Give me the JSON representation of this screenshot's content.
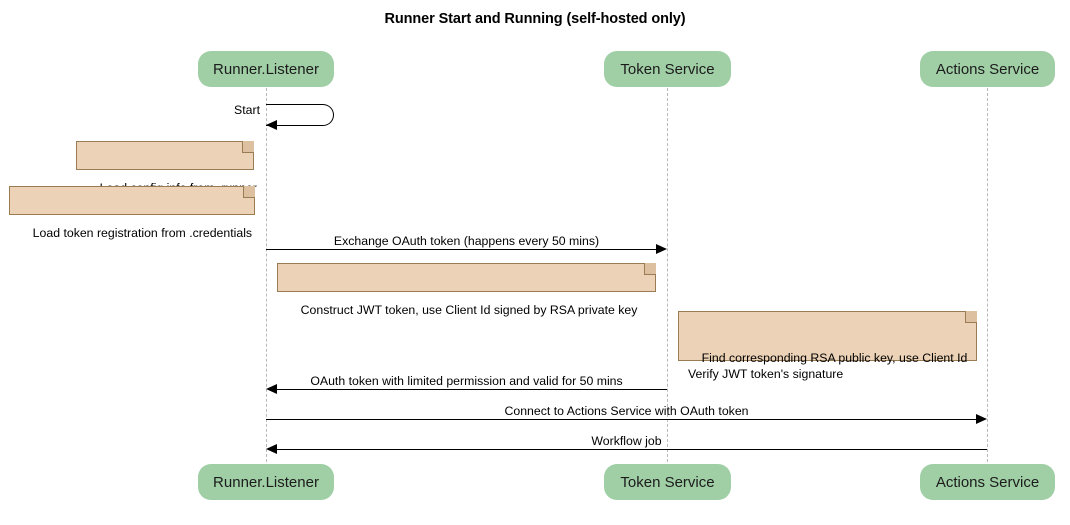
{
  "diagram": {
    "type": "sequence-diagram",
    "title": "Runner Start and Running (self-hosted only)",
    "colors": {
      "participant_fill": "#a0cfa6",
      "note_fill": "#ecd2b6",
      "note_border": "#9a7c54",
      "lifeline": "#b9b9b9",
      "line": "#000000"
    }
  },
  "participants": [
    {
      "id": "runner",
      "label": "Runner.Listener"
    },
    {
      "id": "token",
      "label": "Token Service"
    },
    {
      "id": "actions",
      "label": "Actions Service"
    }
  ],
  "messages": [
    {
      "id": "m1",
      "label": "Start",
      "kind": "self",
      "from": "runner",
      "to": "runner"
    },
    {
      "id": "m2",
      "label": "Exchange OAuth token (happens every 50 mins)",
      "kind": "sync",
      "direction": "right",
      "from": "runner",
      "to": "token"
    },
    {
      "id": "m3",
      "label": "OAuth token with limited permission and valid for 50 mins",
      "kind": "reply",
      "direction": "left",
      "from": "token",
      "to": "runner"
    },
    {
      "id": "m4",
      "label": "Connect to Actions Service with OAuth token",
      "kind": "sync",
      "direction": "right",
      "from": "runner",
      "to": "actions"
    },
    {
      "id": "m5",
      "label": "Workflow job",
      "kind": "reply",
      "direction": "left",
      "from": "actions",
      "to": "runner"
    }
  ],
  "notes": [
    {
      "id": "n1",
      "text": "Load config info from .runner",
      "over": "runner"
    },
    {
      "id": "n2",
      "text": "Load token registration from .credentials",
      "over": "runner"
    },
    {
      "id": "n3",
      "text": "Construct JWT token, use Client Id signed by RSA private key",
      "over": "runner"
    },
    {
      "id": "n4",
      "text": "Find corresponding RSA public key, use Client Id\nVerify JWT token's signature",
      "over": "token"
    }
  ]
}
